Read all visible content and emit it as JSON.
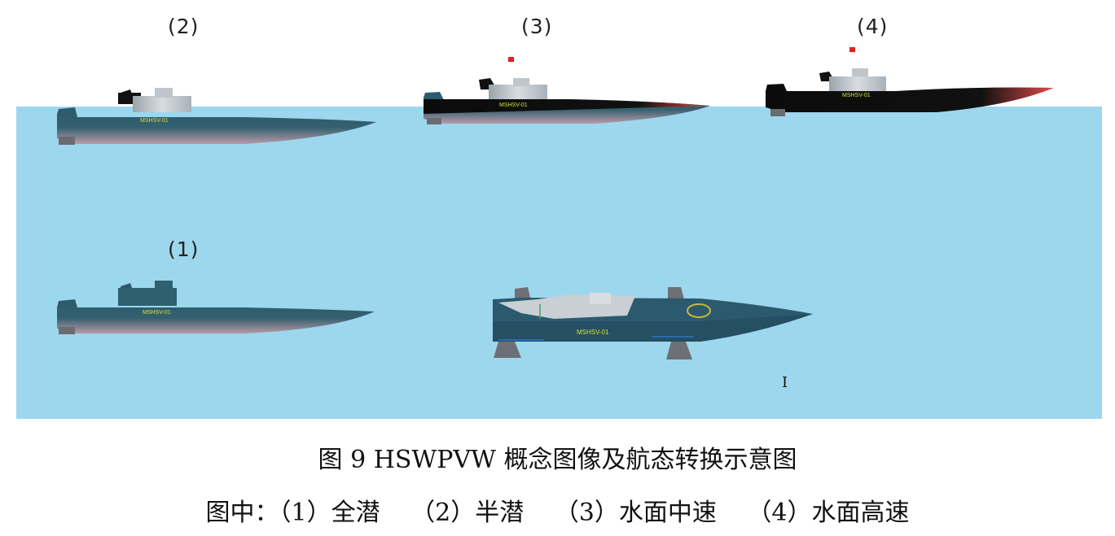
{
  "figure": {
    "state_labels": {
      "state1": "(1)",
      "state2": "(2)",
      "state3": "(3)",
      "state4": "(4)"
    },
    "hull_marking": "MSHSV-01",
    "cursor_glyph": "I",
    "caption_title": "图 9   HSWPVW 概念图像及航态转换示意图",
    "caption_legend": {
      "prefix": "图中：",
      "item1": "（1）全潜",
      "item2": "（2）半潜",
      "item3": "（3）水面中速",
      "item4": "（4）水面高速"
    },
    "colors": {
      "water": "#9dd7ee",
      "hull": "#2b5a6e",
      "hull_black": "#0b0b0b",
      "bow_tint": "#e04a4a",
      "keel_tint": "#b89aa8",
      "superstructure": "#c9cfd4",
      "marking": "#d6e23a",
      "signal_light": "#e02020"
    }
  }
}
